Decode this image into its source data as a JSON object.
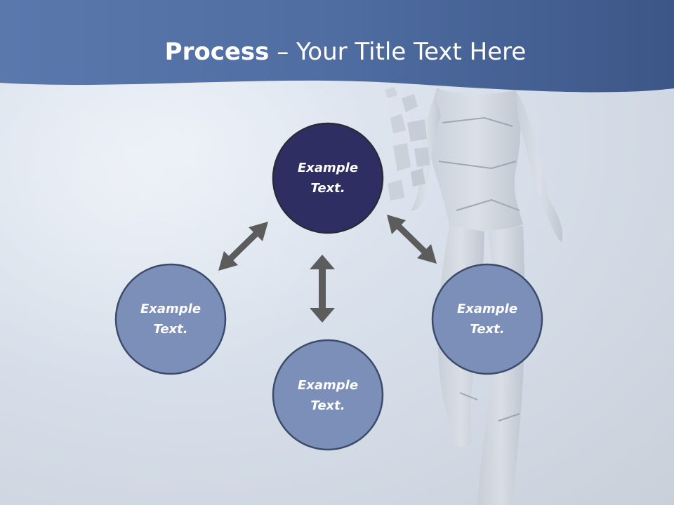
{
  "title": {
    "bold": "Process",
    "separator": " – ",
    "rest": "Your Title Text Here"
  },
  "nodes": [
    {
      "line1": "Example",
      "line2": "Text."
    },
    {
      "line1": "Example",
      "line2": "Text."
    },
    {
      "line1": "Example",
      "line2": "Text."
    },
    {
      "line1": "Example",
      "line2": "Text."
    }
  ],
  "colors": {
    "header": "#4a6799",
    "node_dark": "#2f2e62",
    "node_light": "#7b8fb8",
    "node_border": "#3b4b6a",
    "arrow": "#5c5c5c"
  },
  "decor": {
    "figure": "cracked-mannequin-figure"
  }
}
